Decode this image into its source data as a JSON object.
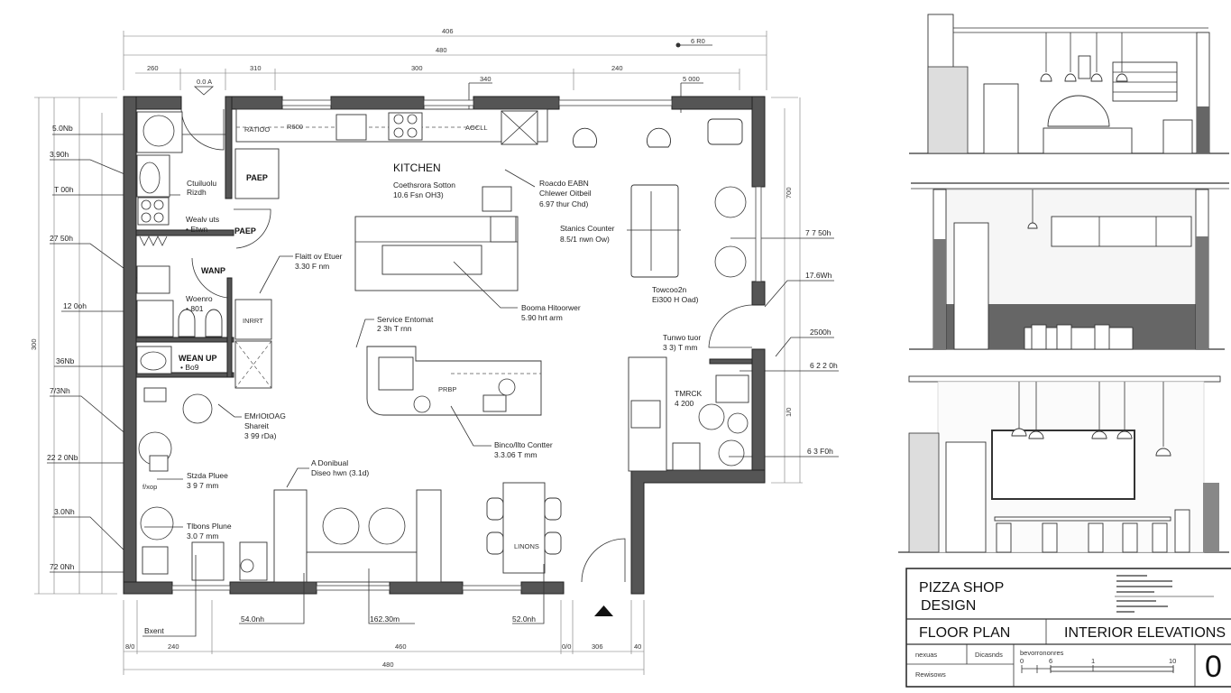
{
  "title_block": {
    "project_line1": "PIZZA SHOP",
    "project_line2": "DESIGN",
    "sheet_left": "FLOOR PLAN",
    "sheet_right": "INTERIOR ELEVATIONS",
    "cell_a": "nexuas",
    "cell_b": "Dicasnds",
    "cell_c": "Rewisows",
    "scale_label": "bevorrononres",
    "scale_ticks": [
      "0",
      "6",
      "1",
      "10"
    ],
    "sheet_number": "0"
  },
  "floor_plan": {
    "dimensions_top": [
      "406",
      "480",
      "260",
      "310",
      "300",
      "240",
      "340",
      "5 000",
      "6 R0",
      "0.0 A"
    ],
    "dimensions_bottom": [
      "8/0",
      "240",
      "460",
      "0/0",
      "306",
      "40",
      "480"
    ],
    "dimensions_left": [
      "5.0Nb",
      "3.90h",
      "T 00h",
      "27 50h",
      "12 0oh",
      "36Nb",
      "7/3Nh",
      "22 2 0Nb",
      "3.0Nh",
      "72 0Nh",
      "300"
    ],
    "dimensions_right": [
      "7 7 50h",
      "17.6Wh",
      "2500h",
      "6 2 2 0h",
      "6 3 F0h",
      "700",
      "1/0"
    ],
    "room_labels": {
      "kitchen": "KITCHEN",
      "prep_1": "PAEP",
      "prep_2": "PAEP",
      "prep_3": "PRBP",
      "wanp": "WANP",
      "insert": "INRRT",
      "linons": "LINONS",
      "ratio": "RATIOO",
      "r600": "R600",
      "aocll": "AOCLL"
    },
    "callouts": [
      {
        "l1": "Ctuiluolu",
        "l2": "Rizdh"
      },
      {
        "l1": "Wealv uts",
        "l2": "• Etwn"
      },
      {
        "l1": "Woenro",
        "l2": "• 801"
      },
      {
        "l1": "WEAN UP",
        "l2": "• Bo9"
      },
      {
        "l1": "Flaitt ov Etuer",
        "l2": "3.30 F nm"
      },
      {
        "l1": "Coethsrora Sotton",
        "l2": "10.6 Fsn OH3)"
      },
      {
        "l1": "Roacdo EABN",
        "l2": "Chlewer Oitbeil",
        "l3": "6.97 thur Chd)"
      },
      {
        "l1": "Stanics Counter",
        "l2": "8.5/1 nwn Ow)"
      },
      {
        "l1": "Towcoo2n",
        "l2": "Ei300 H Oad)"
      },
      {
        "l1": "Booma Hitoorwer",
        "l2": "5.90 hrt arm"
      },
      {
        "l1": "Service Entomat",
        "l2": "2 3h T rnn"
      },
      {
        "l1": "Tunwo tuor",
        "l2": "3 3) T mm"
      },
      {
        "l1": "TMRCK",
        "l2": "4 200"
      },
      {
        "l1": "EMrIOtOAG",
        "l2": "Shareit",
        "l3": "3 99 rDa)"
      },
      {
        "l1": "Binco/llto Contter",
        "l2": "3.3.06 T mm"
      },
      {
        "l1": "A Donibual",
        "l2": "Diseo hwn (3.1d)"
      },
      {
        "l1": "Stzda Pluee",
        "l2": "3 9 7 mm"
      },
      {
        "l1": "Tlbons Plune",
        "l2": "3.0 7 mm"
      },
      {
        "l1": "f/xop"
      },
      {
        "l1": "Bxent"
      },
      {
        "l1": "54.0nh"
      },
      {
        "l1": "162.30m"
      },
      {
        "l1": "52.0nh"
      }
    ]
  }
}
